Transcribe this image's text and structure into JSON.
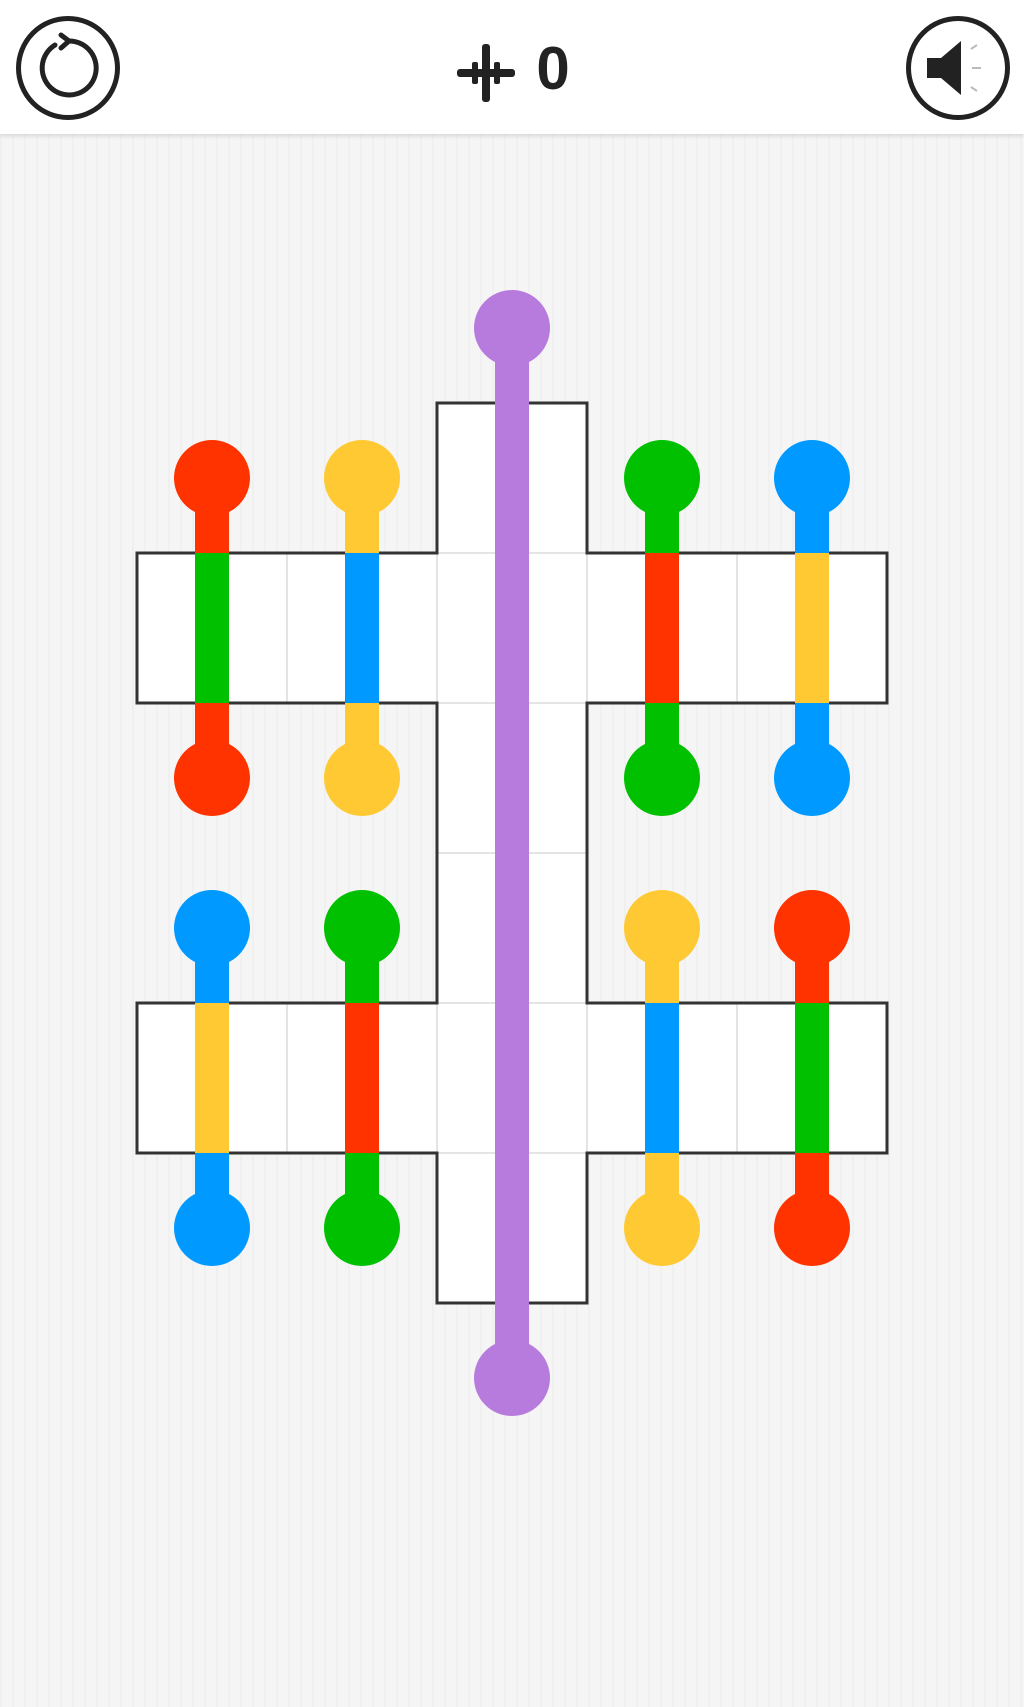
{
  "header": {
    "restart_icon": "restart-icon",
    "sound_icon": "speaker-icon",
    "score_icon": "plus-cross-icon",
    "score_value": "0"
  },
  "colors": {
    "red": "#ff3300",
    "yellow": "#ffc933",
    "green": "#00c000",
    "blue": "#0099ff",
    "purple": "#b77add",
    "grid_border": "#333333",
    "cell_line": "#e4e4e4"
  },
  "board": {
    "cols": 5,
    "rows": 6,
    "cells": [
      [
        2,
        0
      ],
      [
        0,
        1
      ],
      [
        1,
        1
      ],
      [
        2,
        1
      ],
      [
        3,
        1
      ],
      [
        4,
        1
      ],
      [
        2,
        2
      ],
      [
        2,
        3
      ],
      [
        0,
        4
      ],
      [
        1,
        4
      ],
      [
        2,
        4
      ],
      [
        3,
        4
      ],
      [
        4,
        4
      ],
      [
        2,
        5
      ]
    ],
    "lines": [
      {
        "name": "purple-line",
        "x": 2,
        "y1": -0.5,
        "y2": 6.5,
        "color": "purple",
        "segments": []
      },
      {
        "name": "red-line-upper",
        "x": 0,
        "y1": 0.5,
        "y2": 2.5,
        "color": "red",
        "segments": [
          {
            "color": "green",
            "from": 1,
            "to": 2
          }
        ]
      },
      {
        "name": "yellow-line-upper",
        "x": 1,
        "y1": 0.5,
        "y2": 2.5,
        "color": "yellow",
        "segments": [
          {
            "color": "blue",
            "from": 1,
            "to": 2
          }
        ]
      },
      {
        "name": "green-line-upper",
        "x": 3,
        "y1": 0.5,
        "y2": 2.5,
        "color": "green",
        "segments": [
          {
            "color": "red",
            "from": 1,
            "to": 2
          }
        ]
      },
      {
        "name": "blue-line-upper",
        "x": 4,
        "y1": 0.5,
        "y2": 2.5,
        "color": "blue",
        "segments": [
          {
            "color": "yellow",
            "from": 1,
            "to": 2
          }
        ]
      },
      {
        "name": "blue-line-lower",
        "x": 0,
        "y1": 3.5,
        "y2": 5.5,
        "color": "blue",
        "segments": [
          {
            "color": "yellow",
            "from": 4,
            "to": 5
          }
        ]
      },
      {
        "name": "green-line-lower",
        "x": 1,
        "y1": 3.5,
        "y2": 5.5,
        "color": "green",
        "segments": [
          {
            "color": "red",
            "from": 4,
            "to": 5
          }
        ]
      },
      {
        "name": "yellow-line-lower",
        "x": 3,
        "y1": 3.5,
        "y2": 5.5,
        "color": "yellow",
        "segments": [
          {
            "color": "blue",
            "from": 4,
            "to": 5
          }
        ]
      },
      {
        "name": "red-line-lower",
        "x": 4,
        "y1": 3.5,
        "y2": 5.5,
        "color": "red",
        "segments": [
          {
            "color": "green",
            "from": 4,
            "to": 5
          }
        ]
      }
    ]
  }
}
